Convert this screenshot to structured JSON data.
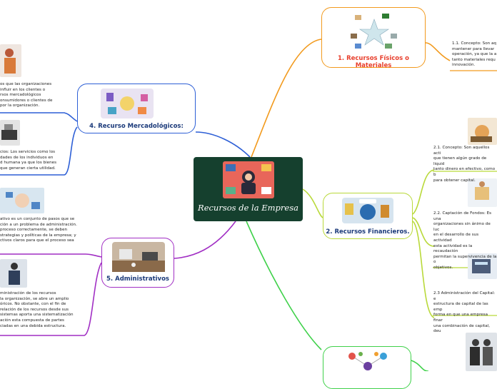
{
  "root": {
    "title": "Recursos de la Empresa"
  },
  "topics": {
    "fisicos": {
      "label": "1. Recursos Físicos o Materiales",
      "color": "#f29a1d"
    },
    "financieros": {
      "label": "2. Recursos Financieros.",
      "color": "#b9d93a"
    },
    "mercadologicos": {
      "label": "4. Recurso Mercadológicos:",
      "color": "#2d5fd6"
    },
    "administrativos": {
      "label": "5. Administrativos",
      "color": "#a12fc4"
    },
    "humanos": {
      "color": "#3fd14a"
    }
  },
  "leaves": {
    "fisicos_concepto": "1.1. Concepto: Son aq\nmantener para llevar\noperación, ya que la a\ntanto materiales requ\ninnovación.",
    "fin_concepto": "2.1. Concepto: Son aquellos acti\nque tienen algún grado de liquid\ntanto dinero en efectivo, como b\npara obtener capital.",
    "fin_captacion": "2.2. Captación de Fondos: Es una\norganizaciones sin ánimo de luc\nen el desarrollo de sus actividad\nesta actividad es la recaudación\npermitan la supervivencia de la o\nobjetivos.",
    "fin_admin": "2.3 Administración del Capital: e\nestructura de capital de las emp\nforma en que una empresa finar\nuna combinación de capital, deu",
    "merc_1": "os que las organizaciones\n influir en los clientes o\nrsos mercadológicos\nonsumidores o clientes de\n por la organización.",
    "merc_2": "cios: Los servicios como los\ndades de los individuos en\nd humana ya que los bienes\nque generan cierta utilidad.",
    "admin_1": "ativo es un conjunto de pasos que se\nción a un problema de administración.\nproceso correctamente, se deben\nstrategias y políticas de la empresa; y\nctivos claros para que el proceso sea",
    "admin_2": "ministración de los recursos\nla organización, se abre un amplio\nóricos. No obstante, con el fin de\nrelación de los recursos desde sus\n sistemas aporta una sistematización\nación esta compuesta de partes\nciadas en una debida estructura."
  },
  "icons": {
    "fisicos": "star-diagram-icon",
    "financieros": "globe-money-icon",
    "mercadologicos": "marketing-collage-icon",
    "administrativos": "office-desk-icon",
    "humanos": "people-network-icon"
  }
}
